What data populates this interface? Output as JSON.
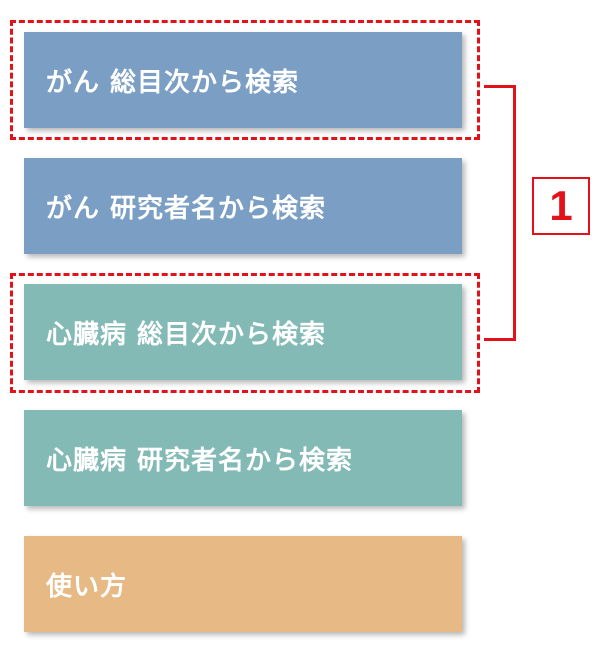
{
  "menu": {
    "items": [
      {
        "label": "がん 総目次から検索",
        "color": "#7b9ec4"
      },
      {
        "label": "がん 研究者名から検索",
        "color": "#7b9ec4"
      },
      {
        "label": "心臓病 総目次から検索",
        "color": "#83bab6"
      },
      {
        "label": "心臓病 研究者名から検索",
        "color": "#83bab6"
      },
      {
        "label": "使い方",
        "color": "#e6b985"
      }
    ]
  },
  "annotation": {
    "number": "1",
    "color": "#e3111a"
  }
}
